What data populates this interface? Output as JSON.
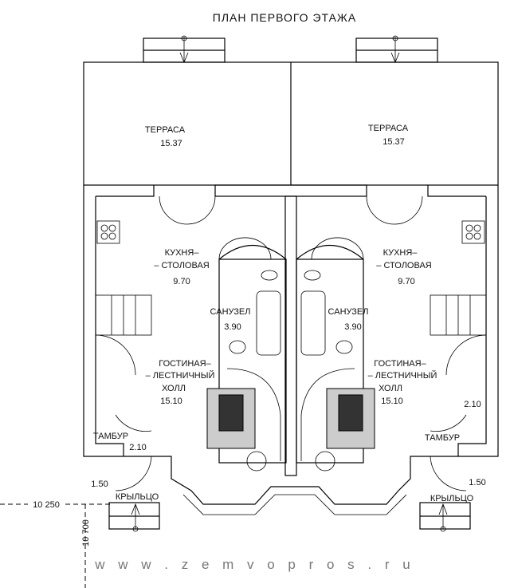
{
  "title": "ПЛАН ПЕРВОГО ЭТАЖА",
  "rooms": {
    "terrace_left": {
      "name": "ТЕРРАСА",
      "area": "15.37"
    },
    "terrace_right": {
      "name": "ТЕРРАСА",
      "area": "15.37"
    },
    "kitchen_left": {
      "line1": "КУХНЯ–",
      "line2": "– СТОЛОВАЯ",
      "area": "9.70"
    },
    "kitchen_right": {
      "line1": "КУХНЯ–",
      "line2": "– СТОЛОВАЯ",
      "area": "9.70"
    },
    "bath_left": {
      "name": "САНУЗЕЛ",
      "area": "3.90"
    },
    "bath_right": {
      "name": "САНУЗЕЛ",
      "area": "3.90"
    },
    "living_left": {
      "line1": "ГОСТИНАЯ–",
      "line2": "– ЛЕСТНИЧНЫЙ",
      "line3": "ХОЛЛ",
      "area": "15.10"
    },
    "living_right": {
      "line1": "ГОСТИНАЯ–",
      "line2": "– ЛЕСТНИЧНЫЙ",
      "line3": "ХОЛЛ",
      "area": "15.10"
    },
    "vestibule_left": {
      "name": "ТАМБУР",
      "area": "2.10"
    },
    "vestibule_right": {
      "name": "ТАМБУР",
      "area": "2.10"
    },
    "porch_left": {
      "name": "КРЫЛЬЦО",
      "area": "1.50"
    },
    "porch_right": {
      "name": "КРЫЛЬЦО",
      "area": "1.50"
    }
  },
  "levels": {
    "horizontal": "10 250",
    "vertical": "10 700"
  },
  "watermark": "w w w . z e m v o p r o s . r u"
}
